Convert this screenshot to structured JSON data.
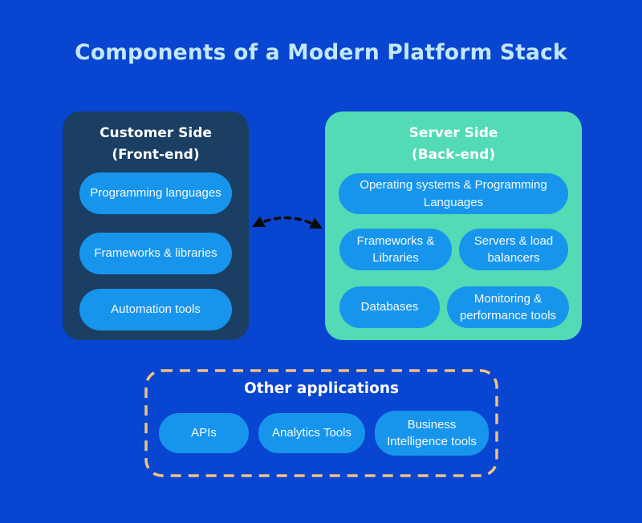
{
  "title": "Components of a Modern Platform Stack",
  "colors": {
    "background": "#0845D1",
    "customer_panel": "#1B3E63",
    "server_panel": "#52DBB4",
    "pill": "#1795EC",
    "dashed_border": "#F0C181",
    "title_text": "#C3E7FA",
    "arrow": "#0A0A0A"
  },
  "customer_box": {
    "heading_line1": "Customer Side",
    "heading_line2": "(Front-end)",
    "items": [
      "Programming languages",
      "Frameworks & libraries",
      "Automation tools"
    ]
  },
  "server_box": {
    "heading_line1": "Server Side",
    "heading_line2": "(Back-end)",
    "items": [
      "Operating systems & Programming Languages",
      "Frameworks & Libraries",
      "Servers & load balancers",
      "Databases",
      "Monitoring & performance tools"
    ]
  },
  "other_applications": {
    "heading": "Other applications",
    "items": [
      "APIs",
      "Analytics Tools",
      "Business Intelligence tools"
    ]
  }
}
